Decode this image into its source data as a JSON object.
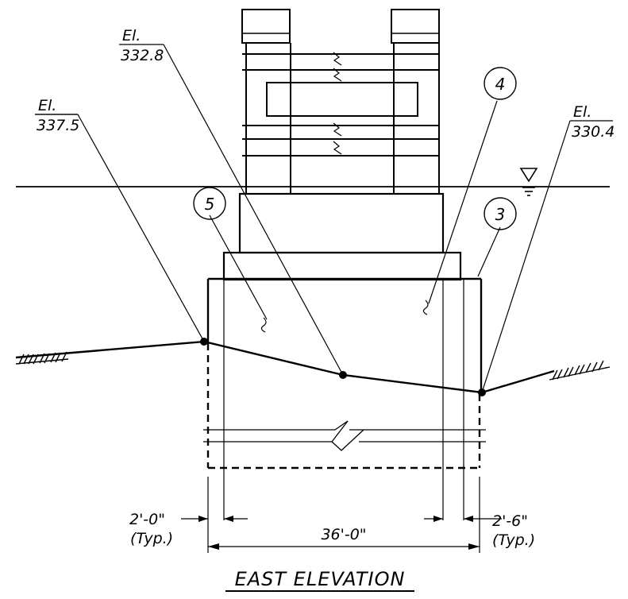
{
  "title": "EAST ELEVATION",
  "elevations": [
    {
      "prefix": "El.",
      "value": "337.5"
    },
    {
      "prefix": "El.",
      "value": "332.8"
    },
    {
      "prefix": "El.",
      "value": "330.4"
    }
  ],
  "callouts": [
    "3",
    "4",
    "5"
  ],
  "dimensions": {
    "left_offset": "2'-0\"",
    "left_typ": "(Typ.)",
    "width": "36'-0\"",
    "right_offset": "2'-6\"",
    "right_typ": "(Typ.)"
  },
  "colors": {
    "line": "#000000",
    "background": "#ffffff"
  },
  "icons": [
    "water-level-icon",
    "ground-hatch-icon"
  ]
}
